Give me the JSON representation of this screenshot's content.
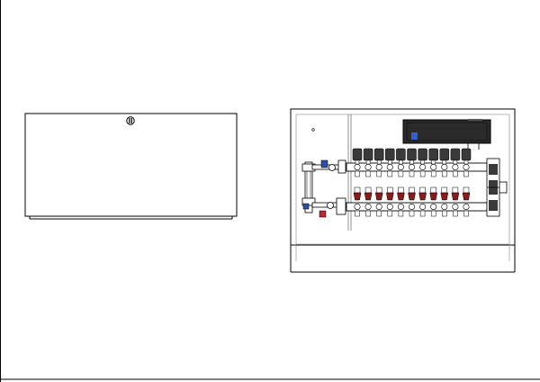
{
  "drawing": {
    "views": [
      {
        "id": "front-cover-view",
        "kind": "cabinet front with closed door and lock"
      },
      {
        "id": "open-cabinet-view",
        "kind": "cabinet open showing manifold assembly"
      }
    ],
    "manifold": {
      "outlet_count": 11,
      "actuator_count": 11,
      "flow_meter_count": 11
    },
    "colors": {
      "line": "#000000",
      "frame": "#555555",
      "actuator": "#3a3a3a",
      "flow_meter_red": "#8b1a1a",
      "valve_blue": "#2b4fa8",
      "valve_red": "#c0262c",
      "control_box": "#2a2a2a",
      "label_blue": "#2f5fd0"
    }
  }
}
